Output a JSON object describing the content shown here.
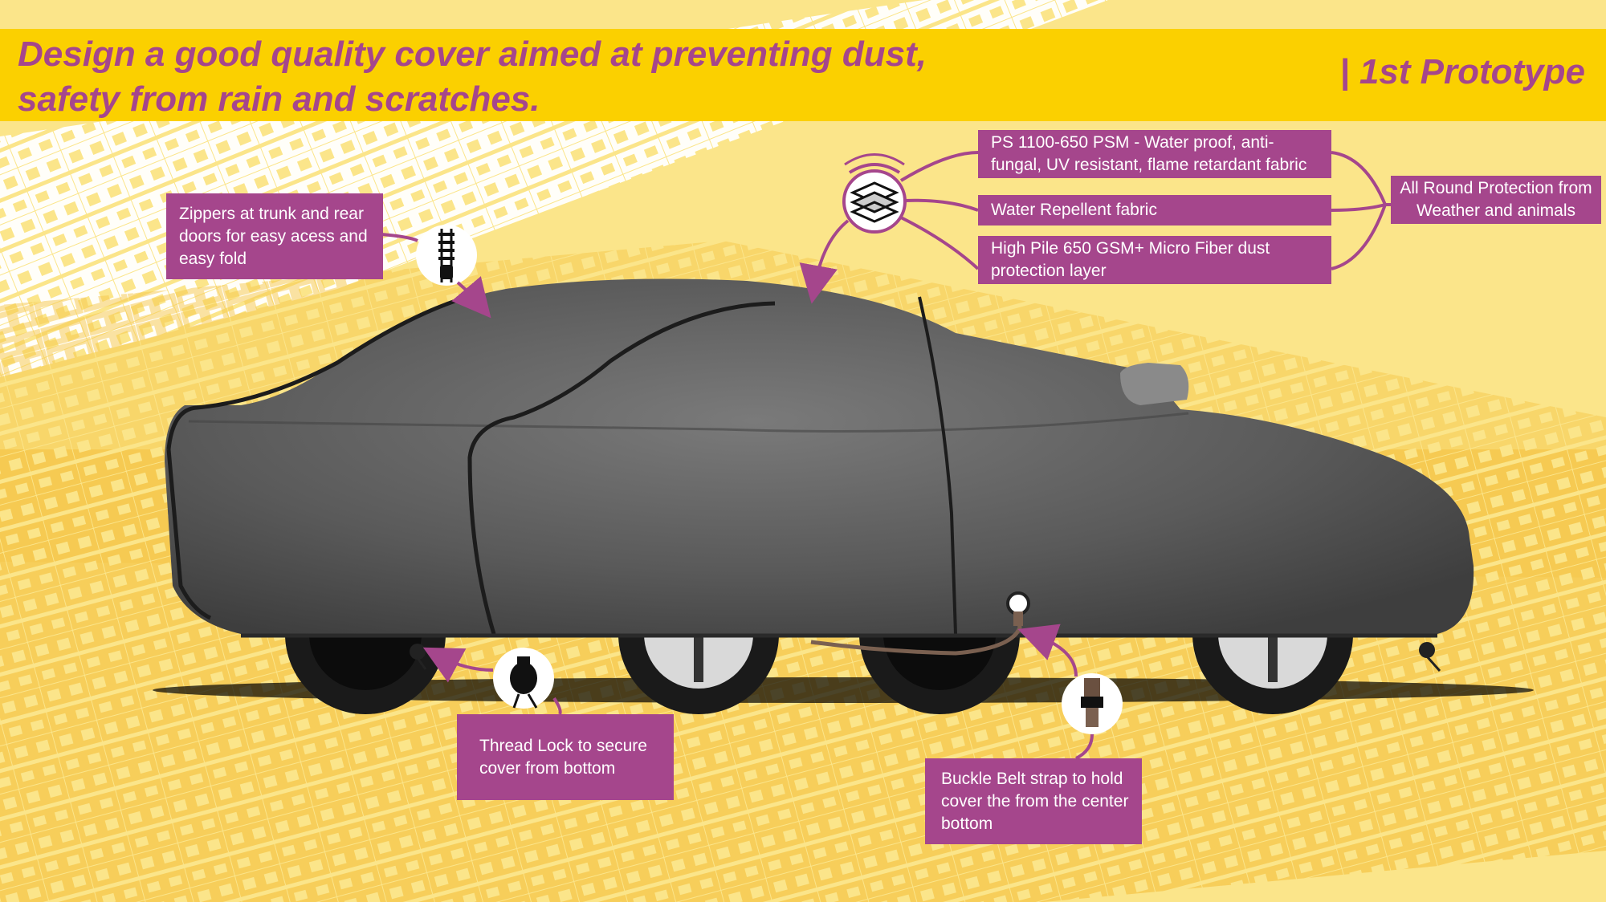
{
  "header": {
    "title": "Design a good quality cover aimed at preventing dust, safety from rain and scratches.",
    "subtitle": "| 1st Prototype"
  },
  "colors": {
    "background": "#fbe58a",
    "banner": "#fbd000",
    "accent": "#a5468c",
    "cover": "#5b5b5b",
    "tire_track": "#ffffff"
  },
  "icons": [
    "zipper-icon",
    "fabric-layers-icon",
    "thread-lock-icon",
    "buckle-belt-icon"
  ],
  "callouts": {
    "zipper": "Zippers at trunk and rear doors for easy acess and easy fold",
    "fabric_ps": "PS 1100-650 PSM - Water proof, anti-fungal, UV resistant,  flame retardant fabric",
    "fabric_repellent": "Water Repellent fabric",
    "fabric_micro": "High Pile 650 GSM+ Micro Fiber dust protection layer",
    "all_round": "All Round Protection from Weather and animals",
    "thread_lock": "Thread Lock to secure cover from bottom",
    "buckle": "Buckle Belt strap to hold cover the from the center bottom"
  }
}
